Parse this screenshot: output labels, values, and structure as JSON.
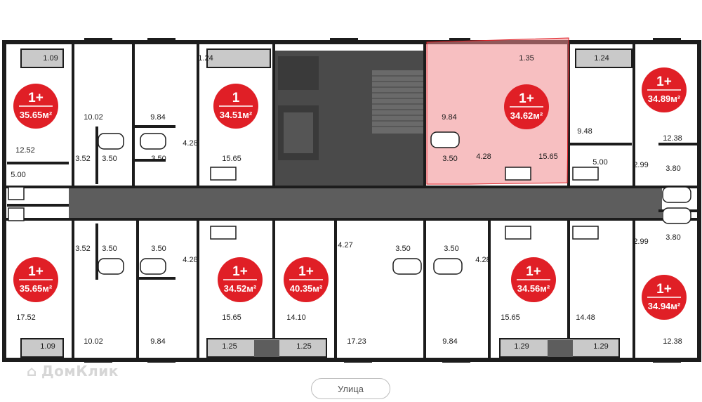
{
  "watermark": "ДомКлик",
  "street_button": "Улица",
  "colors": {
    "wall": "#1c1c1c",
    "corridor": "#5d5d5d",
    "core": "#4a4a4a",
    "badge": "#e01f26",
    "selected": "#f08a8e",
    "balcony": "#c9c9c9"
  },
  "apartments": [
    {
      "rooms": "1+",
      "area": "35.65м²"
    },
    {
      "rooms": "1",
      "area": "34.51м²"
    },
    {
      "rooms": "1+",
      "area": "34.62м²",
      "selected": true
    },
    {
      "rooms": "1+",
      "area": "34.89м²"
    },
    {
      "rooms": "1+",
      "area": "35.65м²"
    },
    {
      "rooms": "1+",
      "area": "34.52м²"
    },
    {
      "rooms": "1+",
      "area": "40.35м²"
    },
    {
      "rooms": "1+",
      "area": "34.56м²"
    },
    {
      "rooms": "1+",
      "area": "34.94м²"
    }
  ],
  "room_areas": [
    "1.09",
    "12.52",
    "5.00",
    "3.52",
    "3.50",
    "10.02",
    "9.84",
    "3.50",
    "4.28",
    "1.24",
    "15.65",
    "1.35",
    "9.84",
    "3.50",
    "4.28",
    "15.65",
    "1.24",
    "9.48",
    "5.00",
    "12.38",
    "2.99",
    "3.80",
    "3.52",
    "3.50",
    "3.50",
    "4.28",
    "4.27",
    "3.50",
    "3.50",
    "4.28",
    "2.99",
    "3.80",
    "17.52",
    "1.09",
    "10.02",
    "9.84",
    "15.65",
    "1.25",
    "1.25",
    "14.10",
    "17.23",
    "9.84",
    "15.65",
    "1.29",
    "1.29",
    "14.48",
    "12.38"
  ]
}
